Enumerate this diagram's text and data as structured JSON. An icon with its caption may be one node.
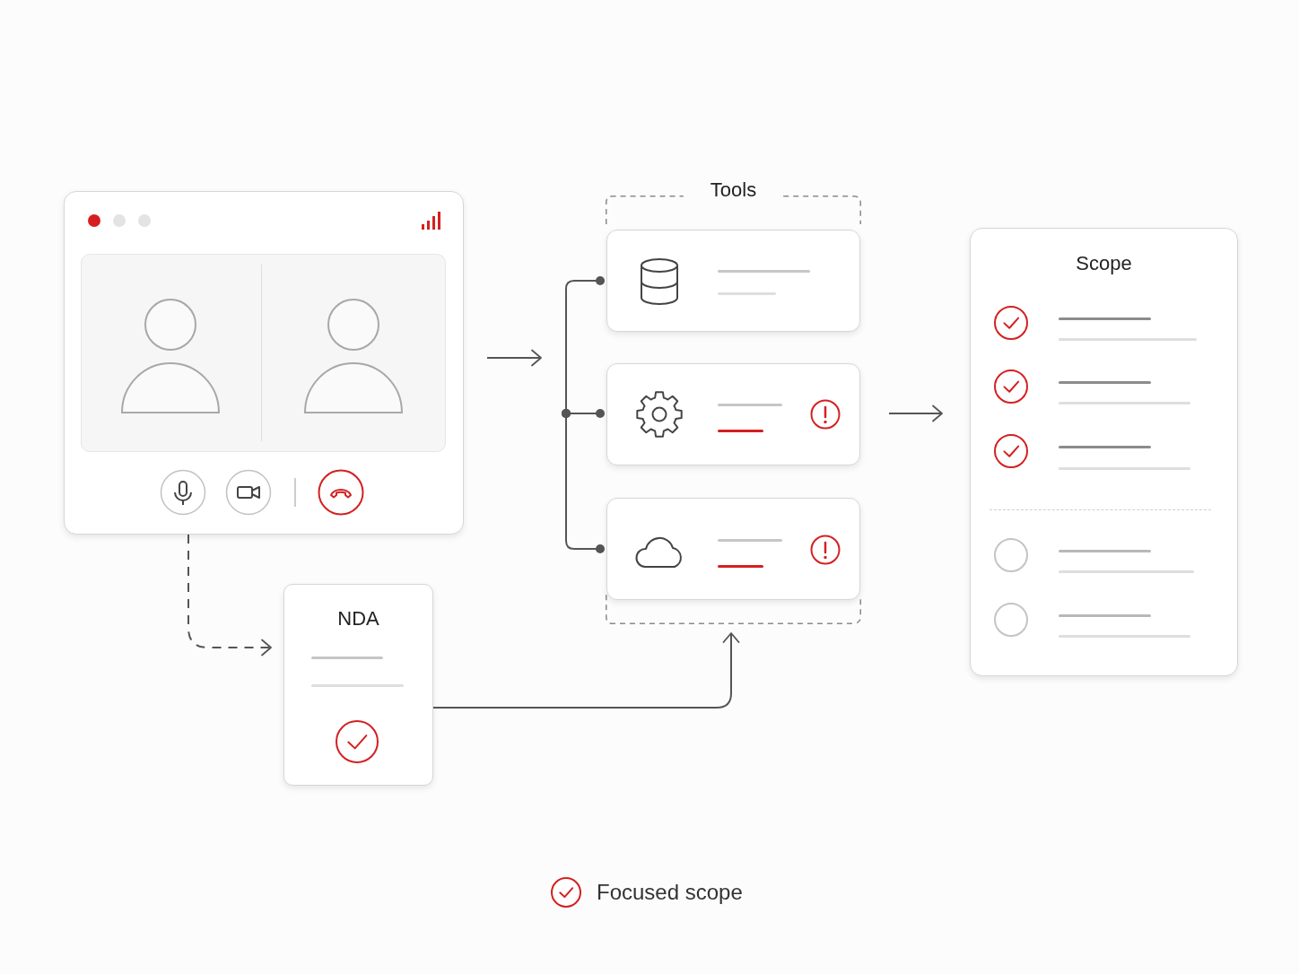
{
  "diagram": {
    "nodes": [
      {
        "text": [],
        "shape": "box"
      },
      {
        "text": [
          "Tools"
        ]
      },
      {
        "text": [],
        "shape": "box",
        "in": 1
      },
      {
        "text": [],
        "shape": "box",
        "in": 1
      },
      {
        "text": [],
        "shape": "box",
        "in": 1
      },
      {
        "text": [
          "NDA"
        ]
      },
      {
        "text": [
          "Scope"
        ]
      }
    ],
    "edges": [
      {
        "from": 0,
        "to": 1,
        "arrow": "to"
      },
      {
        "from": null,
        "to": 2,
        "arrow": "other"
      },
      {
        "from": null,
        "to": 3,
        "arrow": "other"
      },
      {
        "from": null,
        "to": 4,
        "arrow": "other"
      },
      {
        "from": 0,
        "to": 5,
        "arrow": "to",
        "style": "dashed"
      },
      {
        "from": 5,
        "to": 1,
        "arrow": "to"
      },
      {
        "from": 1,
        "to": 6,
        "arrow": "to"
      }
    ],
    "legend": [
      {
        "text": "Focused scope"
      }
    ]
  }
}
